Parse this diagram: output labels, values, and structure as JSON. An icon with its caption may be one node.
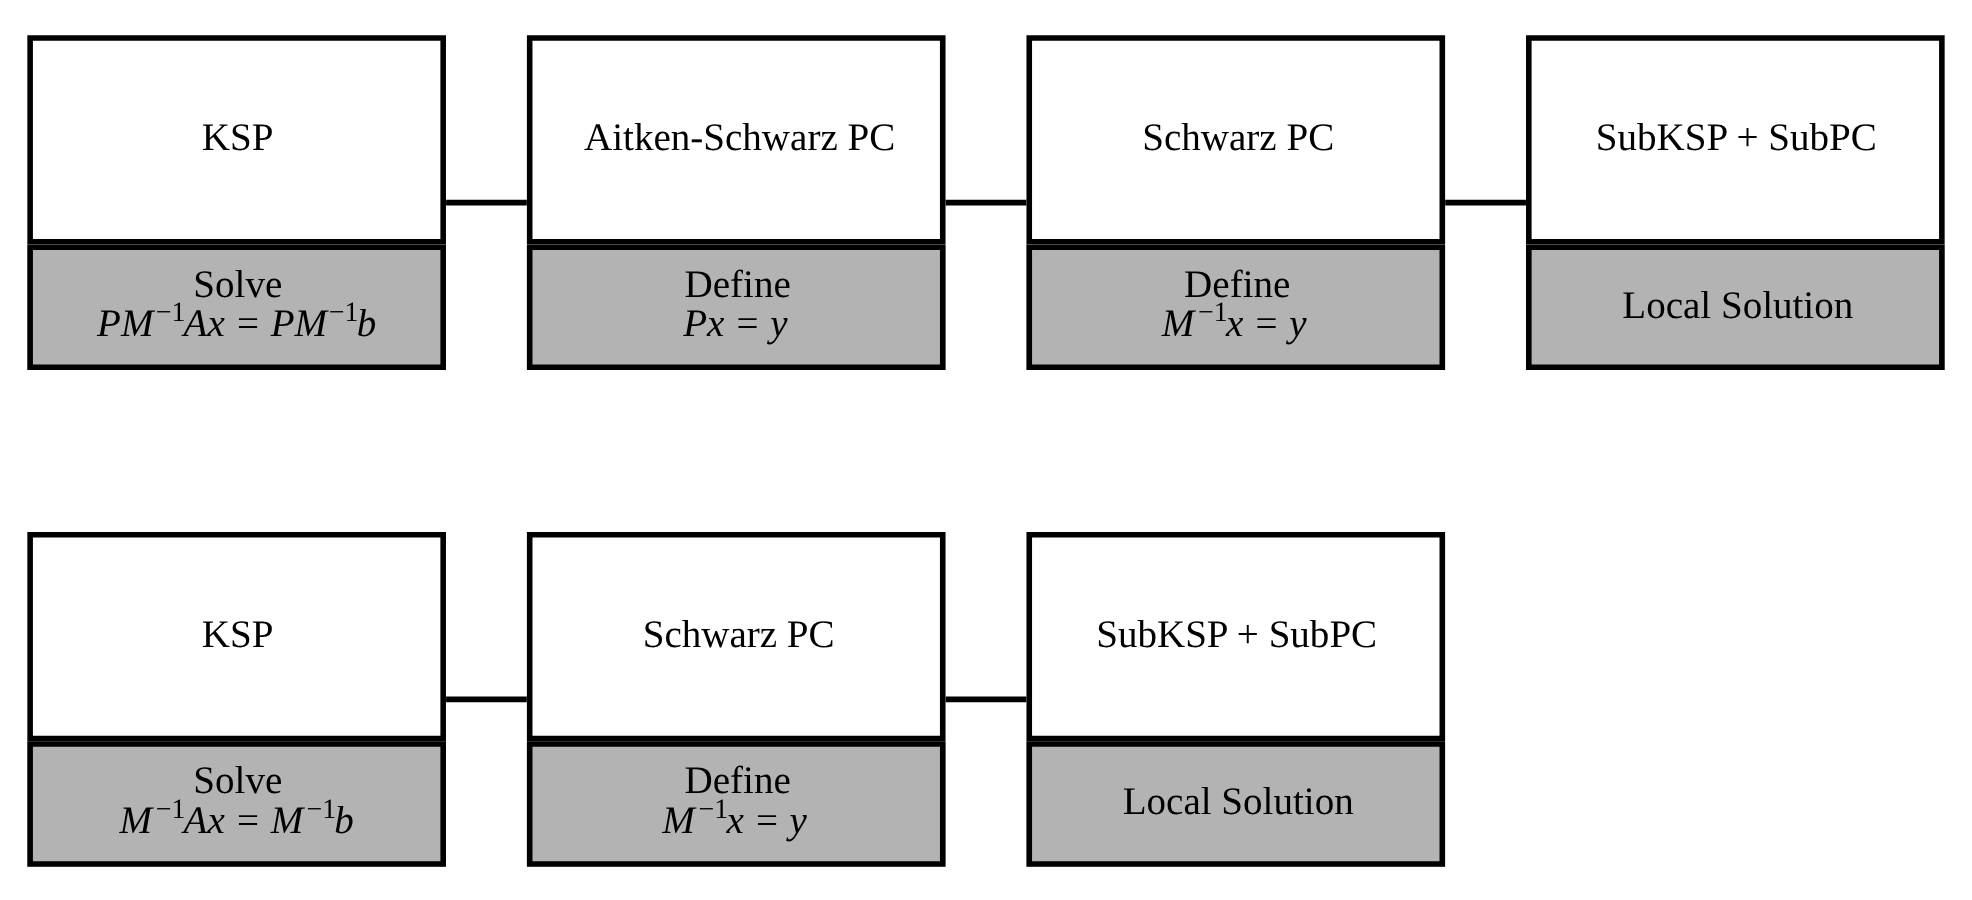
{
  "diagram": {
    "nodes": [
      {
        "text": [
          "KSP",
          "Solve",
          "*M*$^{−1}$*Ax = M*$^{−1}$*b*"
        ]
      },
      {
        "text": [
          "Schwarz PC",
          "Define",
          "*M*$^{−1}$*x = y*"
        ]
      },
      {
        "text": [
          "SubKSP + SubPC",
          "Local Solution"
        ]
      },
      {
        "text": [
          "KSP",
          "Solve",
          "*PM*$^{−1}$*Ax = PM*$^{−1}$*b*"
        ]
      },
      {
        "text": [
          "Aitken-Schwarz PC",
          "Define",
          "*Px = y*"
        ]
      },
      {
        "text": [
          "Schwarz PC",
          "Define",
          "*M*$^{−1}$*x = y*"
        ]
      },
      {
        "text": [
          "SubKSP + SubPC",
          "Local Solution"
        ]
      }
    ],
    "edges": [
      {
        "from": 0,
        "to": 1,
        "arrow": "none"
      },
      {
        "from": 1,
        "to": 2,
        "arrow": "none"
      },
      {
        "from": 3,
        "to": 4,
        "arrow": "none"
      },
      {
        "from": 4,
        "to": 5,
        "arrow": "none"
      },
      {
        "from": 5,
        "to": 6,
        "arrow": "none"
      }
    ]
  }
}
